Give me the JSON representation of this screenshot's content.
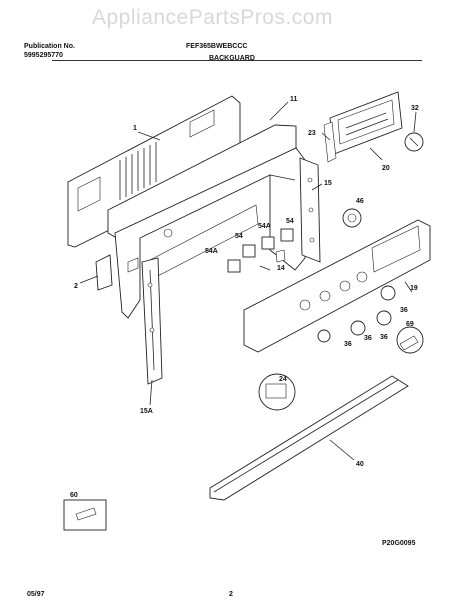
{
  "watermark": "AppliancePartsPros.com",
  "header": {
    "publication_label": "Publication No.",
    "publication_number": "5995295770",
    "model_code": "FEF365BWEBCCC",
    "section_title": "BACKGUARD"
  },
  "footer": {
    "date": "05/97",
    "page_number": "2",
    "drawing_code": "P20G0095"
  },
  "callouts": {
    "c1": "1",
    "c2": "2",
    "c11": "11",
    "c14": "14",
    "c15": "15",
    "c15a": "15A",
    "c19": "19",
    "c20": "20",
    "c23": "23",
    "c24": "24",
    "c32": "32",
    "c36a": "36",
    "c36b": "36",
    "c36c": "36",
    "c36d": "36",
    "c40": "40",
    "c46": "46",
    "c54a": "54",
    "c54b": "54",
    "c54c": "54A",
    "c54d": "54A",
    "c60": "60",
    "c69": "69"
  }
}
